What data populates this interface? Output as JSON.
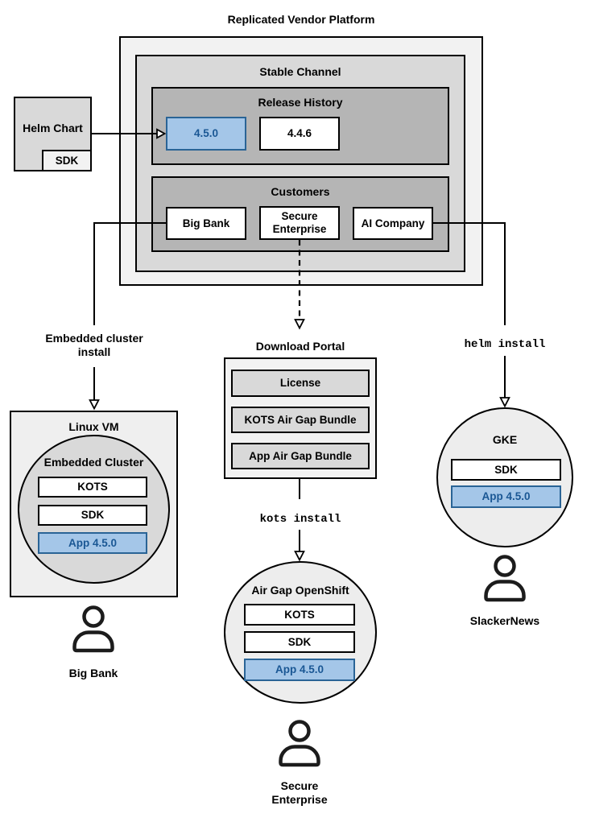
{
  "platform": {
    "title": "Replicated Vendor Platform",
    "stable_channel": {
      "title": "Stable Channel",
      "release_history": {
        "title": "Release History",
        "releases": [
          {
            "version": "4.5.0",
            "highlighted": true
          },
          {
            "version": "4.4.6",
            "highlighted": false
          }
        ]
      },
      "customers": {
        "title": "Customers",
        "items": [
          "Big Bank",
          "Secure Enterprise",
          "AI Company"
        ]
      }
    }
  },
  "helm_chart": {
    "label": "Helm Chart",
    "sdk_label": "SDK"
  },
  "connectors": {
    "embedded_install": "Embedded cluster\ninstall",
    "kots_install": "kots install",
    "helm_install": "helm install"
  },
  "download_portal": {
    "title": "Download Portal",
    "items": [
      "License",
      "KOTS Air Gap Bundle",
      "App Air Gap Bundle"
    ]
  },
  "linux_vm": {
    "title": "Linux VM",
    "cluster_title": "Embedded Cluster",
    "kots": "KOTS",
    "sdk": "SDK",
    "app": "App 4.5.0"
  },
  "openshift": {
    "title": "Air Gap OpenShift",
    "kots": "KOTS",
    "sdk": "SDK",
    "app": "App 4.5.0"
  },
  "gke": {
    "title": "GKE",
    "sdk": "SDK",
    "app": "App 4.5.0"
  },
  "users": {
    "big_bank": "Big Bank",
    "secure_enterprise": "Secure\nEnterprise",
    "slackernews": "SlackerNews"
  },
  "colors": {
    "highlight_fill": "#a4c6e8",
    "highlight_border": "#2a6496",
    "highlight_text": "#1a5794",
    "gray_outer": "#f2f2f2",
    "gray_mid": "#d9d9d9",
    "gray_dark": "#b5b5b5",
    "line": "#000000"
  }
}
